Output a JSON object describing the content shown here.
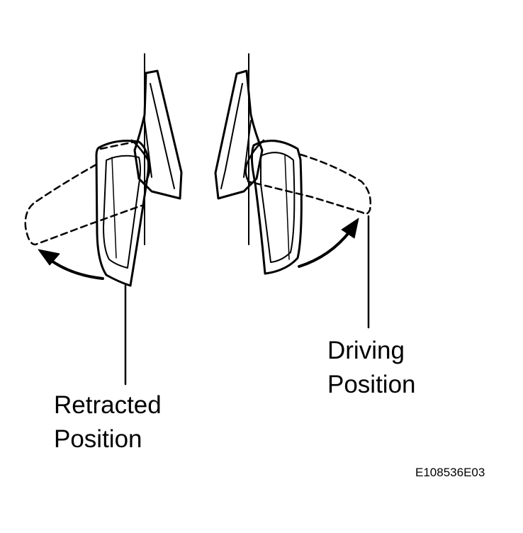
{
  "labels": {
    "retracted_line1": "Retracted",
    "retracted_line2": "Position",
    "driving_line1": "Driving",
    "driving_line2": "Position"
  },
  "figure_code": "E108536E03",
  "colors": {
    "ink": "#000000",
    "paper": "#ffffff"
  }
}
